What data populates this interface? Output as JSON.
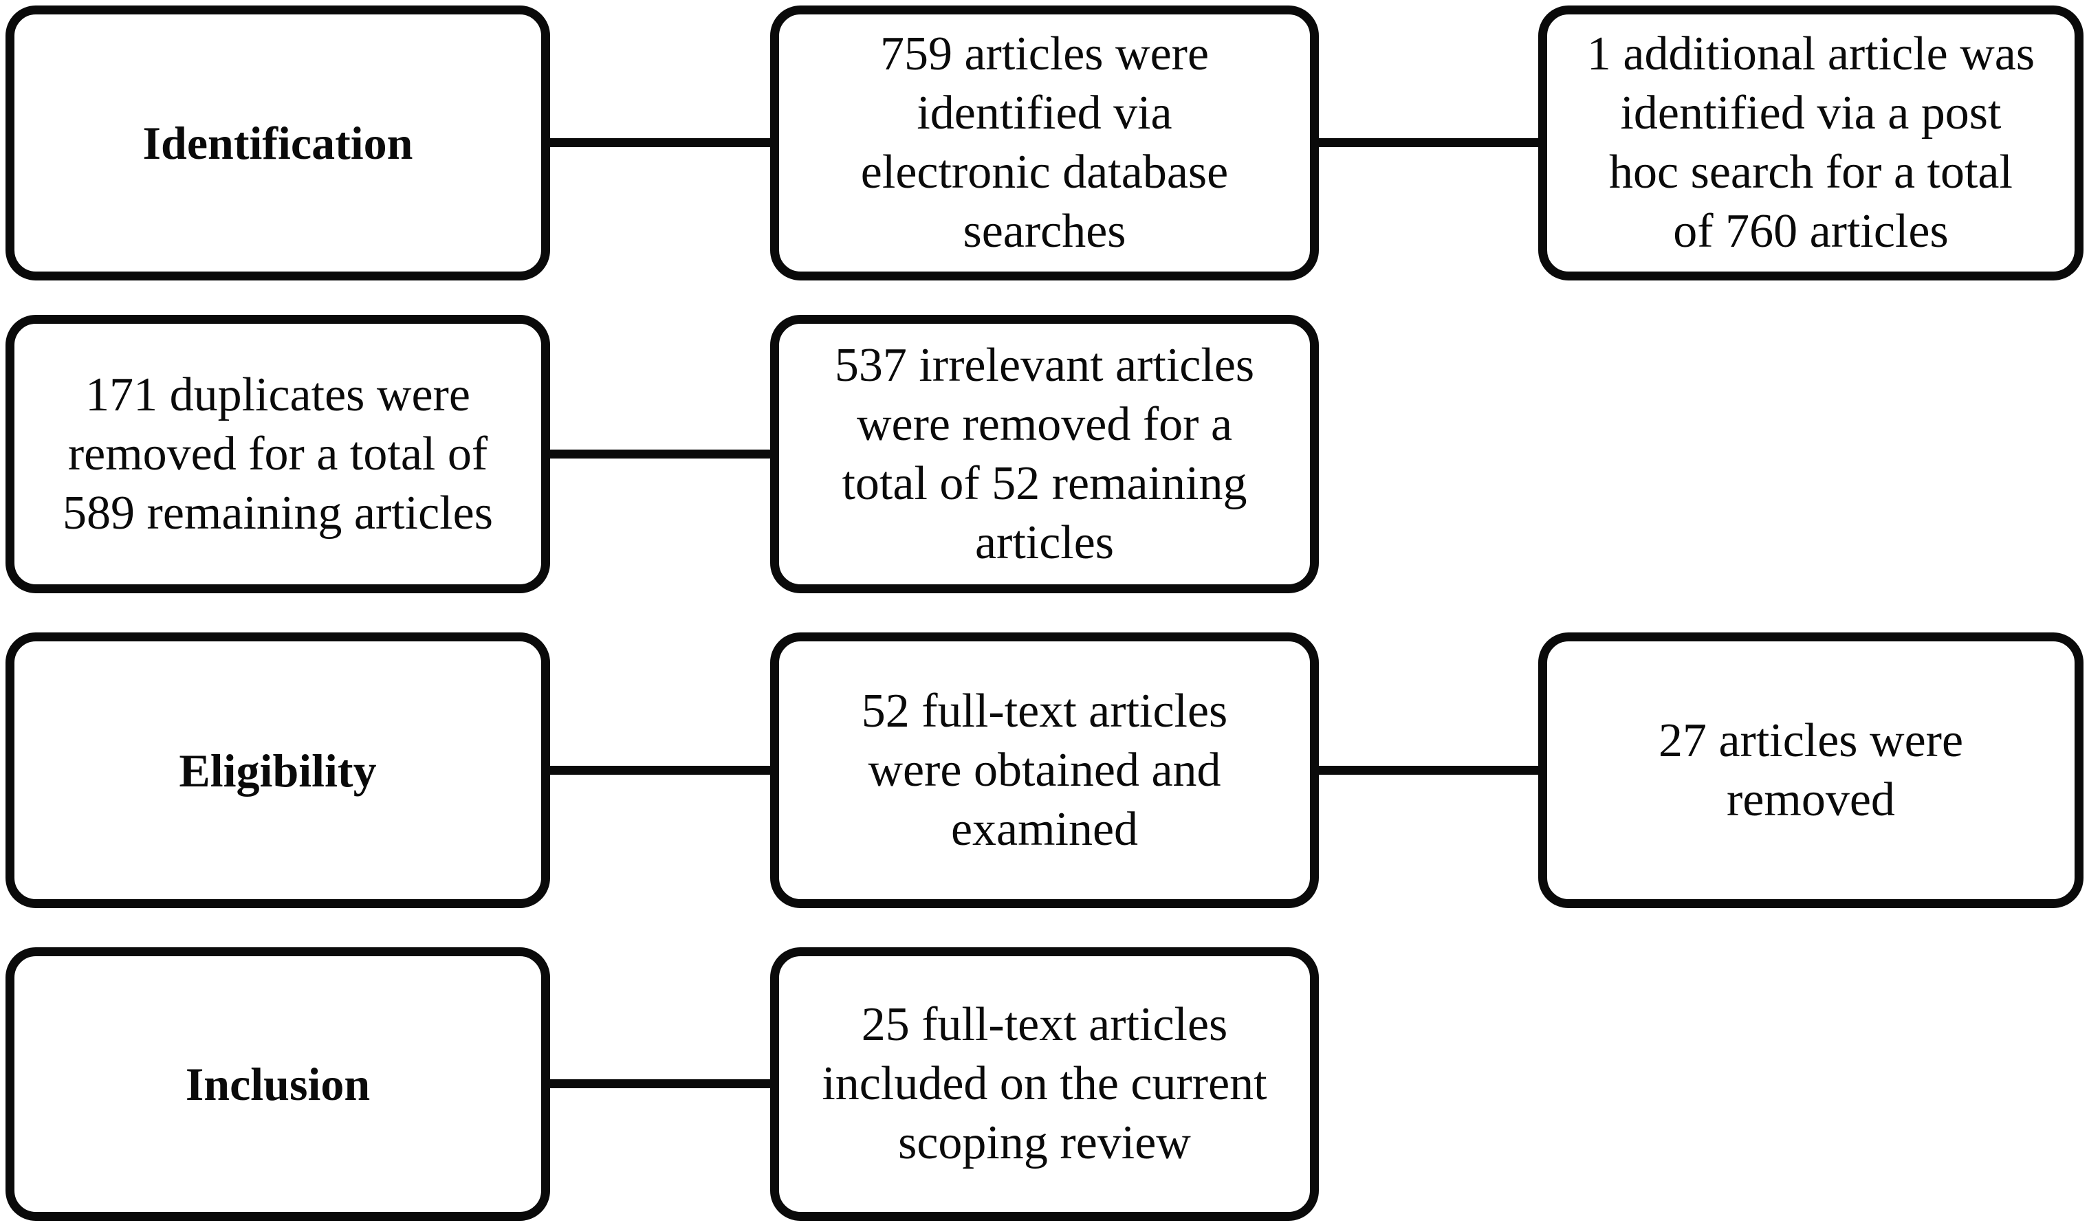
{
  "colors": {
    "line": "#0a0a0a",
    "text": "#0a0a0a",
    "background": "#ffffff"
  },
  "stages": {
    "identification": {
      "label": "Identification"
    },
    "eligibility": {
      "label": "Eligibility"
    },
    "inclusion": {
      "label": "Inclusion"
    }
  },
  "boxes": {
    "identified": {
      "lines": [
        "759 articles were",
        "identified via",
        "electronic database",
        "searches"
      ]
    },
    "post_hoc": {
      "lines": [
        "1 additional article was",
        "identified via a post",
        "hoc search for a total",
        "of 760 articles"
      ]
    },
    "duplicates_removed": {
      "lines": [
        "171 duplicates were",
        "removed for a total of",
        "589 remaining articles"
      ]
    },
    "irrelevant_removed": {
      "lines": [
        "537 irrelevant articles",
        "were removed for a",
        "total of 52 remaining",
        "articles"
      ]
    },
    "fulltext_examined": {
      "lines": [
        "52 full-text articles",
        "were obtained and",
        "examined"
      ]
    },
    "articles_removed": {
      "lines": [
        "27 articles were",
        "removed"
      ]
    },
    "included": {
      "lines": [
        "25 full-text articles",
        "included on the current",
        "scoping review"
      ]
    }
  }
}
